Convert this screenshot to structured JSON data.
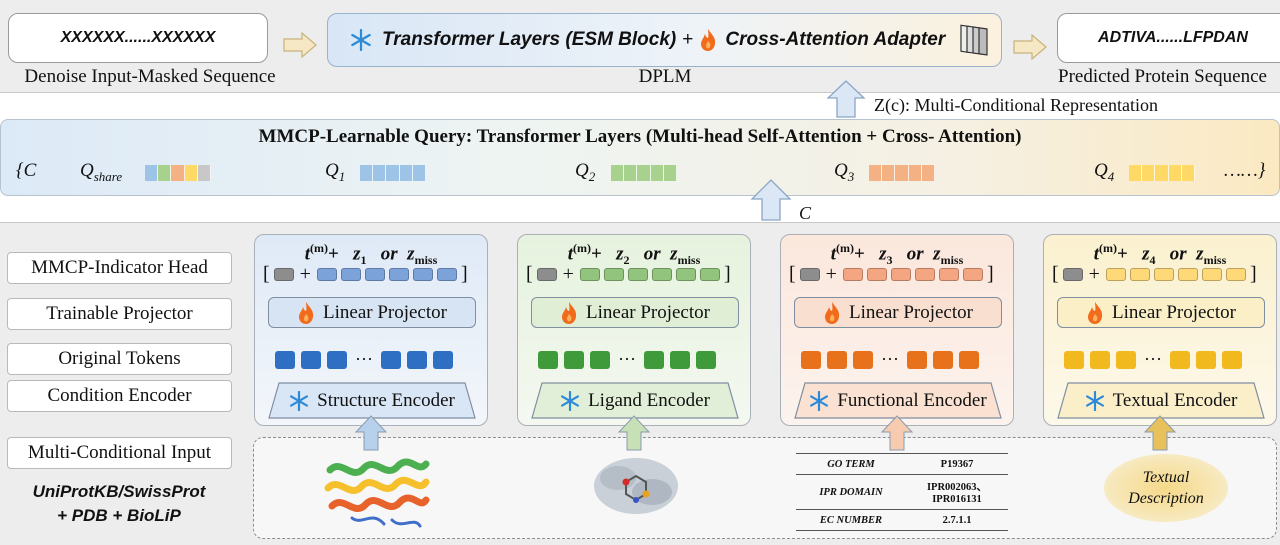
{
  "top": {
    "input_seq": "XXXXXX......XXXXXX",
    "input_caption": "Denoise Input-Masked Sequence",
    "dplm_part1": "Transformer Layers (ESM Block)",
    "dplm_plus": "+",
    "dplm_part2": "Cross-Attention Adapter",
    "dplm_caption": "DPLM",
    "output_seq": "ADTIVA......LFPDAN",
    "output_caption": "Predicted Protein Sequence",
    "representation_label": "Z(c): Multi-Conditional Representation"
  },
  "mmcp": {
    "title": "MMCP-Learnable Query: Transformer Layers (Multi-head Self-Attention + Cross- Attention)",
    "open": "{C",
    "q_share": "Q",
    "q_share_sub": "share",
    "queries": [
      {
        "label": "Q",
        "sub": "1",
        "color": "#9dc3e6"
      },
      {
        "label": "Q",
        "sub": "2",
        "color": "#a9d18e"
      },
      {
        "label": "Q",
        "sub": "3",
        "color": "#f4b183"
      },
      {
        "label": "Q",
        "sub": "4",
        "color": "#ffd966"
      }
    ],
    "close": "……}",
    "c_label": "C"
  },
  "side_labels": [
    "MMCP-Indicator Head",
    "Trainable Projector",
    "Original Tokens",
    "Condition Encoder",
    "Multi-Conditional Input"
  ],
  "source": {
    "line1": "UniProtKB/SwissProt",
    "line2": "+ PDB + BioLiP"
  },
  "panels": [
    {
      "z_sub": "1",
      "projector": "Linear Projector",
      "encoder": "Structure Encoder",
      "tok_color": "#7ba3d9",
      "orig_color": "#2e6fc4",
      "bg_top": "#dfeaf7",
      "bg_bottom": "#f3f6fa",
      "proj_bg": "#d6e4f4",
      "enc_bg": "#d9e6f5",
      "arrow": "#b7d1ec"
    },
    {
      "z_sub": "2",
      "projector": "Linear Projector",
      "encoder": "Ligand Encoder",
      "tok_color": "#93c47d",
      "orig_color": "#3f9a3a",
      "bg_top": "#e6f2de",
      "bg_bottom": "#f4f8f1",
      "proj_bg": "#e0eed6",
      "enc_bg": "#e2efd8",
      "arrow": "#c7e0b6"
    },
    {
      "z_sub": "3",
      "projector": "Linear Projector",
      "encoder": "Functional Encoder",
      "tok_color": "#f4a582",
      "orig_color": "#e8721c",
      "bg_top": "#fbe7dc",
      "bg_bottom": "#fcf3ee",
      "proj_bg": "#f9dfcf",
      "enc_bg": "#fae1d2",
      "arrow": "#f7cbb0"
    },
    {
      "z_sub": "4",
      "projector": "Linear Projector",
      "encoder": "Textual Encoder",
      "tok_color": "#ffd977",
      "orig_color": "#f1b91e",
      "bg_top": "#fbf1cf",
      "bg_bottom": "#fcf8ea",
      "proj_bg": "#fbefc8",
      "enc_bg": "#fbefca",
      "arrow": "#e7c25a"
    }
  ],
  "panel_text": {
    "t": "t",
    "t_sup": "(m)",
    "plus": "+",
    "z": "z",
    "or": "or",
    "z_miss_sub": "miss",
    "dots": "···"
  },
  "function_table": [
    {
      "key": "GO TERM",
      "value": "P19367"
    },
    {
      "key": "IPR DOMAIN",
      "value": "IPR002063、IPR016131"
    },
    {
      "key": "EC NUMBER",
      "value": "2.7.1.1"
    }
  ],
  "textual_description": "Textual Description",
  "colors": {
    "arrow_fill": "#dbe7f5",
    "arrow_stroke": "#8aa6c6",
    "flame": "#f26b1d",
    "snowflake": "#2d8ad8"
  }
}
